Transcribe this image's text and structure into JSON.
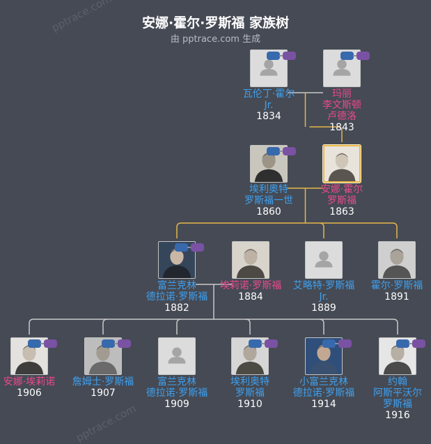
{
  "title": "安娜·霍尔·罗斯福 家族树",
  "subtitle": "由 pptrace.com 生成",
  "watermark": "pptrace.com",
  "colors": {
    "background": "#454a54",
    "male": "#3fa0ef",
    "female": "#ea4a8d",
    "highlight": "#e8b64a",
    "line": "#c9c9c9"
  },
  "people": [
    {
      "id": "p1",
      "name": "瓦伦丁·霍尔\nJr.",
      "year": "1834",
      "gender": "male",
      "photo": "placeholder"
    },
    {
      "id": "p2",
      "name": "玛丽\n李文斯顿\n卢德洛",
      "year": "1843",
      "gender": "female",
      "photo": "placeholder"
    },
    {
      "id": "p3",
      "name": "埃利奥特\n罗斯福一世",
      "year": "1860",
      "gender": "male",
      "photo": "portrait"
    },
    {
      "id": "p4",
      "name": "安娜·霍尔\n罗斯福",
      "year": "1863",
      "gender": "female",
      "photo": "portrait",
      "selected": true
    },
    {
      "id": "p5",
      "name": "富兰克林\n德拉诺·罗斯福",
      "year": "1882",
      "gender": "male",
      "photo": "portrait"
    },
    {
      "id": "p6",
      "name": "埃莉诺·罗斯福",
      "year": "1884",
      "gender": "female",
      "photo": "portrait"
    },
    {
      "id": "p7",
      "name": "艾略特·罗斯福\nJr.",
      "year": "1889",
      "gender": "male",
      "photo": "placeholder"
    },
    {
      "id": "p8",
      "name": "霍尔·罗斯福",
      "year": "1891",
      "gender": "male",
      "photo": "portrait"
    },
    {
      "id": "p9",
      "name": "安娜·埃莉诺",
      "year": "1906",
      "gender": "female",
      "photo": "portrait"
    },
    {
      "id": "p10",
      "name": "詹姆士·罗斯福",
      "year": "1907",
      "gender": "male",
      "photo": "portrait"
    },
    {
      "id": "p11",
      "name": "富兰克林\n德拉诺·罗斯福",
      "year": "1909",
      "gender": "male",
      "photo": "placeholder"
    },
    {
      "id": "p12",
      "name": "埃利奥特\n罗斯福",
      "year": "1910",
      "gender": "male",
      "photo": "portrait"
    },
    {
      "id": "p13",
      "name": "小富兰克林\n德拉诺·罗斯福",
      "year": "1914",
      "gender": "male",
      "photo": "portrait"
    },
    {
      "id": "p14",
      "name": "约翰\n阿斯平沃尔\n罗斯福",
      "year": "1916",
      "gender": "male",
      "photo": "portrait"
    }
  ],
  "relations": [
    {
      "type": "couple",
      "a": "p1",
      "b": "p2"
    },
    {
      "type": "child",
      "parents": [
        "p1",
        "p2"
      ],
      "child": "p4",
      "highlighted": true
    },
    {
      "type": "couple",
      "a": "p3",
      "b": "p4",
      "highlighted": true
    },
    {
      "type": "child",
      "parents": [
        "p3",
        "p4"
      ],
      "child": "p5",
      "highlighted": true
    },
    {
      "type": "child",
      "parents": [
        "p3",
        "p4"
      ],
      "child": "p7",
      "highlighted": true
    },
    {
      "type": "child",
      "parents": [
        "p3",
        "p4"
      ],
      "child": "p8",
      "highlighted": true
    },
    {
      "type": "couple",
      "a": "p5",
      "b": "p6"
    },
    {
      "type": "child",
      "parents": [
        "p5",
        "p6"
      ],
      "child": "p9"
    },
    {
      "type": "child",
      "parents": [
        "p5",
        "p6"
      ],
      "child": "p10"
    },
    {
      "type": "child",
      "parents": [
        "p5",
        "p6"
      ],
      "child": "p11"
    },
    {
      "type": "child",
      "parents": [
        "p5",
        "p6"
      ],
      "child": "p12"
    },
    {
      "type": "child",
      "parents": [
        "p5",
        "p6"
      ],
      "child": "p13"
    },
    {
      "type": "child",
      "parents": [
        "p5",
        "p6"
      ],
      "child": "p14"
    }
  ]
}
